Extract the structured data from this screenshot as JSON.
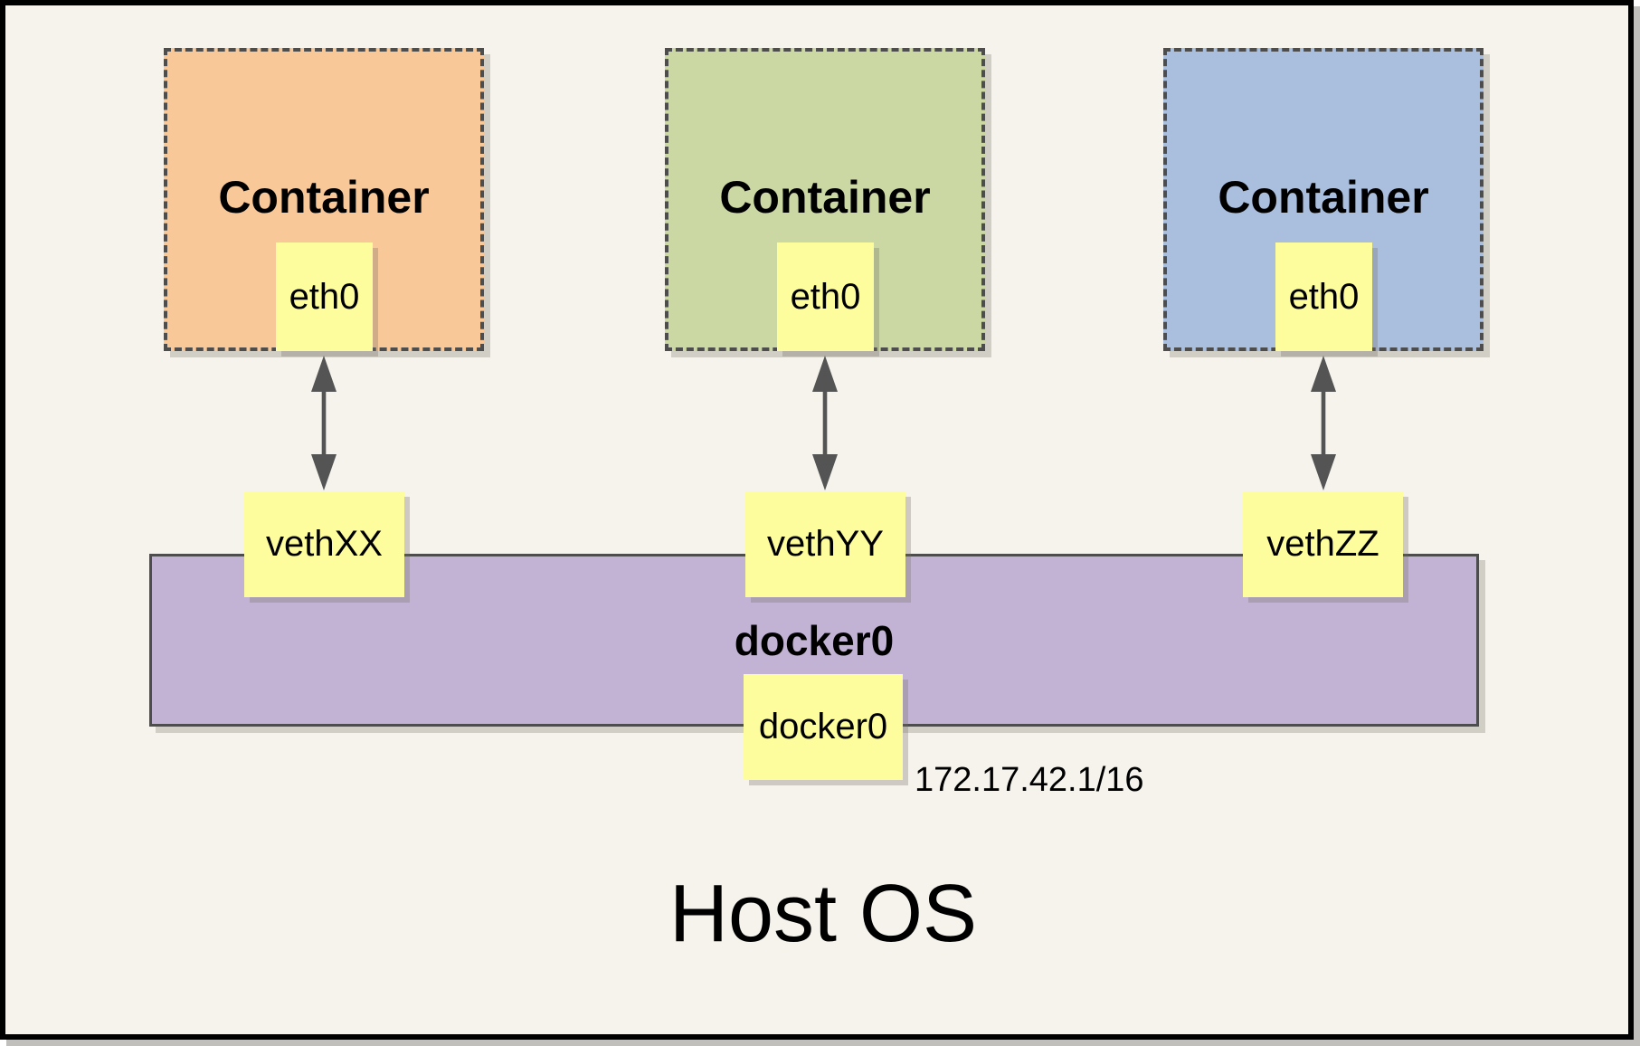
{
  "diagram": {
    "containers": [
      {
        "label": "Container",
        "interface": "eth0",
        "fill": "#f8c898"
      },
      {
        "label": "Container",
        "interface": "eth0",
        "fill": "#cbd8a4"
      },
      {
        "label": "Container",
        "interface": "eth0",
        "fill": "#aabfde"
      }
    ],
    "veths": [
      {
        "label": "vethXX"
      },
      {
        "label": "vethYY"
      },
      {
        "label": "vethZZ"
      }
    ],
    "bridge": {
      "label": "docker0",
      "interface": "docker0",
      "ip": "172.17.42.1/16",
      "fill": "#c2b3d5"
    },
    "host": {
      "label": "Host OS"
    },
    "colors": {
      "background": "#f5f3ec",
      "interface_box_yellow": "#fdfd9e",
      "outline_dark": "#4d4d4d",
      "arrow_gray": "#545454"
    }
  }
}
